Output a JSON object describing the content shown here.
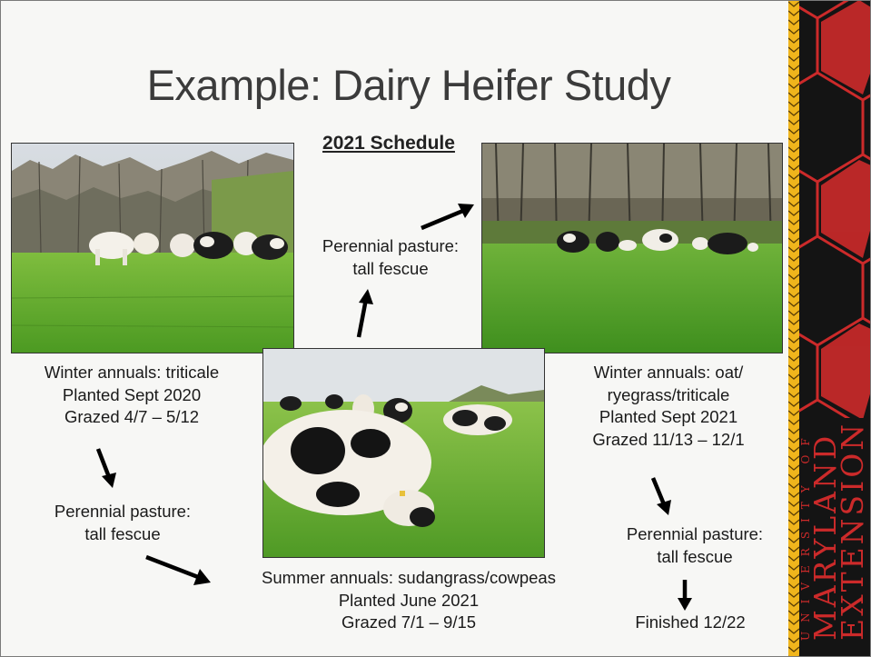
{
  "slide": {
    "title": "Example: Dairy Heifer Study",
    "subtitle": "2021 Schedule"
  },
  "center_label": {
    "line1": "Perennial pasture:",
    "line2": "tall fescue"
  },
  "winter_left": {
    "line1": "Winter annuals: triticale",
    "line2": "Planted Sept 2020",
    "line3": "Grazed 4/7 – 5/12"
  },
  "perennial_left": {
    "line1": "Perennial pasture:",
    "line2": "tall fescue"
  },
  "summer": {
    "line1": "Summer annuals: sudangrass/cowpeas",
    "line2": "Planted June 2021",
    "line3": "Grazed 7/1 – 9/15"
  },
  "winter_right": {
    "line1": "Winter annuals: oat/",
    "line2": "ryegrass/triticale",
    "line3": "Planted Sept 2021",
    "line4": "Grazed 11/13 – 12/1"
  },
  "perennial_right": {
    "line1": "Perennial pasture:",
    "line2": "tall fescue"
  },
  "finished": {
    "text": "Finished 12/22"
  },
  "branding": {
    "university_of": "UNIVERSITY OF",
    "maryland": "MARYLAND",
    "extension": "EXTENSION",
    "colors": {
      "red": "#cc2a2a",
      "gold": "#f0b51c",
      "black": "#141414"
    }
  }
}
